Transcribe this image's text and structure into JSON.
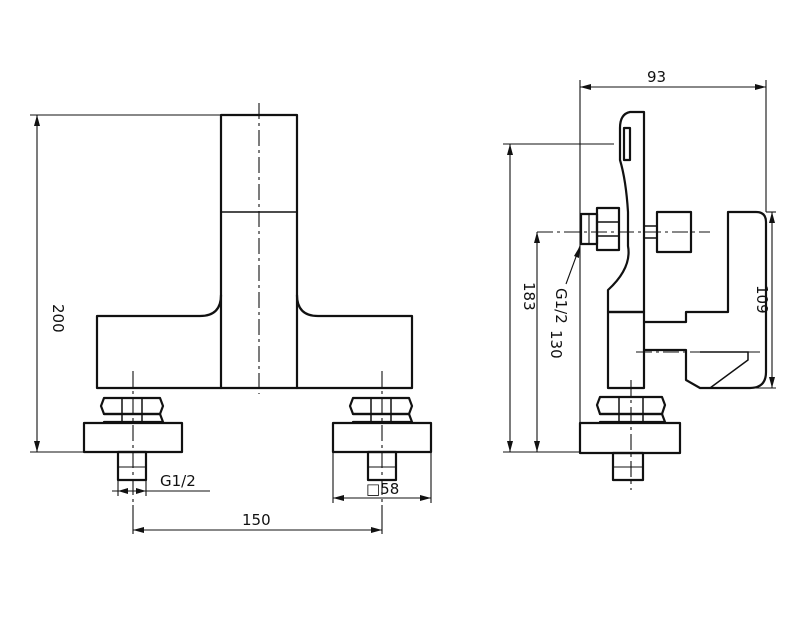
{
  "front_view": {
    "height_label": "200",
    "thread_label": "G1/2",
    "square_label": "□58",
    "spacing_label": "150"
  },
  "side_view": {
    "depth_label": "93",
    "overall_height_label": "183",
    "inlet_height_label": "130",
    "outlet_height_label": "109",
    "thread_label": "G1/2"
  },
  "colors": {
    "line": "#111111",
    "background": "#ffffff"
  }
}
